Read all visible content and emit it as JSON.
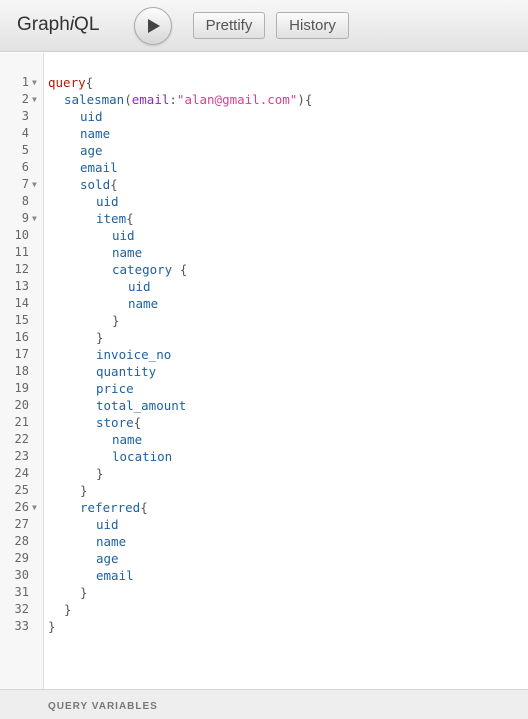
{
  "toolbar": {
    "logo_pre": "Graph",
    "logo_i": "i",
    "logo_post": "QL",
    "prettify_label": "Prettify",
    "history_label": "History"
  },
  "editor": {
    "lines": [
      {
        "n": "1",
        "fold": true,
        "indent": 0,
        "t": [
          [
            "kw",
            "query"
          ],
          [
            "pn",
            "{"
          ]
        ]
      },
      {
        "n": "2",
        "fold": true,
        "indent": 1,
        "t": [
          [
            "fn",
            "salesman"
          ],
          [
            "pn",
            "("
          ],
          [
            "at",
            "email"
          ],
          [
            "pn",
            ":"
          ],
          [
            "st",
            "\"alan@gmail.com\""
          ],
          [
            "pn",
            ")"
          ],
          [
            "pn",
            "{"
          ]
        ]
      },
      {
        "n": "3",
        "indent": 2,
        "t": [
          [
            "fn",
            "uid"
          ]
        ]
      },
      {
        "n": "4",
        "indent": 2,
        "t": [
          [
            "fn",
            "name"
          ]
        ]
      },
      {
        "n": "5",
        "indent": 2,
        "t": [
          [
            "fn",
            "age"
          ]
        ]
      },
      {
        "n": "6",
        "indent": 2,
        "t": [
          [
            "fn",
            "email"
          ]
        ]
      },
      {
        "n": "7",
        "fold": true,
        "indent": 2,
        "t": [
          [
            "fn",
            "sold"
          ],
          [
            "pn",
            "{"
          ]
        ]
      },
      {
        "n": "8",
        "indent": 3,
        "t": [
          [
            "fn",
            "uid"
          ]
        ]
      },
      {
        "n": "9",
        "fold": true,
        "indent": 3,
        "t": [
          [
            "fn",
            "item"
          ],
          [
            "pn",
            "{"
          ]
        ]
      },
      {
        "n": "10",
        "indent": 4,
        "t": [
          [
            "fn",
            "uid"
          ]
        ]
      },
      {
        "n": "11",
        "indent": 4,
        "t": [
          [
            "fn",
            "name"
          ]
        ]
      },
      {
        "n": "12",
        "indent": 4,
        "t": [
          [
            "fn",
            "category"
          ],
          [
            "pn",
            " {"
          ]
        ]
      },
      {
        "n": "13",
        "indent": 5,
        "t": [
          [
            "fn",
            "uid"
          ]
        ]
      },
      {
        "n": "14",
        "indent": 5,
        "t": [
          [
            "fn",
            "name"
          ]
        ]
      },
      {
        "n": "15",
        "indent": 4,
        "t": [
          [
            "pn",
            "}"
          ]
        ]
      },
      {
        "n": "16",
        "indent": 3,
        "t": [
          [
            "pn",
            "}"
          ]
        ]
      },
      {
        "n": "17",
        "indent": 3,
        "t": [
          [
            "fn",
            "invoice_no"
          ]
        ]
      },
      {
        "n": "18",
        "indent": 3,
        "t": [
          [
            "fn",
            "quantity"
          ]
        ]
      },
      {
        "n": "19",
        "indent": 3,
        "t": [
          [
            "fn",
            "price"
          ]
        ]
      },
      {
        "n": "20",
        "indent": 3,
        "t": [
          [
            "fn",
            "total_amount"
          ]
        ]
      },
      {
        "n": "21",
        "indent": 3,
        "t": [
          [
            "fn",
            "store"
          ],
          [
            "pn",
            "{"
          ]
        ]
      },
      {
        "n": "22",
        "indent": 4,
        "t": [
          [
            "fn",
            "name"
          ]
        ]
      },
      {
        "n": "23",
        "indent": 4,
        "t": [
          [
            "fn",
            "location"
          ]
        ]
      },
      {
        "n": "24",
        "indent": 3,
        "t": [
          [
            "pn",
            "}"
          ]
        ]
      },
      {
        "n": "25",
        "indent": 2,
        "t": [
          [
            "pn",
            "}"
          ]
        ]
      },
      {
        "n": "26",
        "fold": true,
        "indent": 2,
        "t": [
          [
            "fn",
            "referred"
          ],
          [
            "pn",
            "{"
          ]
        ]
      },
      {
        "n": "27",
        "indent": 3,
        "t": [
          [
            "fn",
            "uid"
          ]
        ]
      },
      {
        "n": "28",
        "indent": 3,
        "t": [
          [
            "fn",
            "name"
          ]
        ]
      },
      {
        "n": "29",
        "indent": 3,
        "t": [
          [
            "fn",
            "age"
          ]
        ]
      },
      {
        "n": "30",
        "indent": 3,
        "t": [
          [
            "fn",
            "email"
          ]
        ]
      },
      {
        "n": "31",
        "indent": 2,
        "t": [
          [
            "pn",
            "}"
          ]
        ]
      },
      {
        "n": "32",
        "indent": 1,
        "t": [
          [
            "pn",
            "}"
          ]
        ]
      },
      {
        "n": "33",
        "indent": 0,
        "t": [
          [
            "pn",
            "}"
          ]
        ]
      }
    ]
  },
  "variables": {
    "label": "QUERY VARIABLES"
  },
  "icons": {
    "execute": "play-icon",
    "fold": "fold-arrow-icon"
  }
}
